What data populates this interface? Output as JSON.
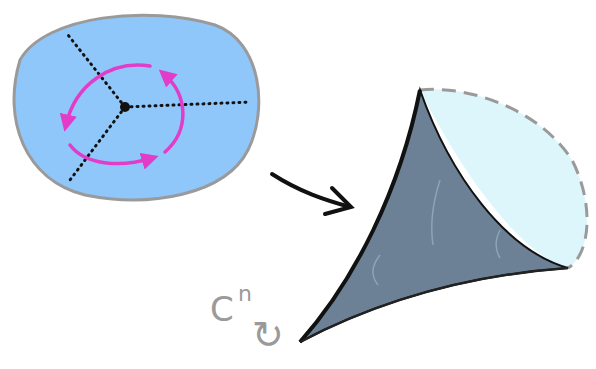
{
  "diagram": {
    "labels": [
      "C",
      "n",
      "↻"
    ]
  }
}
